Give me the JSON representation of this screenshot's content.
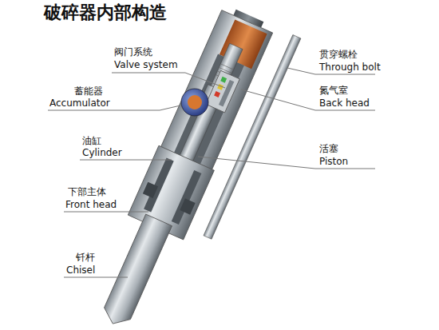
{
  "diagram": {
    "title": "破碎器内部构造",
    "labels": [
      "阀门系统",
      "Valve system",
      "蓄能器",
      "Accumulator",
      "油缸",
      "Cylinder",
      "下部主体",
      "Front head",
      "钎杆",
      "Chisel",
      "贯穿螺栓",
      "Through bolt",
      "氮气室",
      "Back head",
      "活塞",
      "Piston"
    ]
  }
}
